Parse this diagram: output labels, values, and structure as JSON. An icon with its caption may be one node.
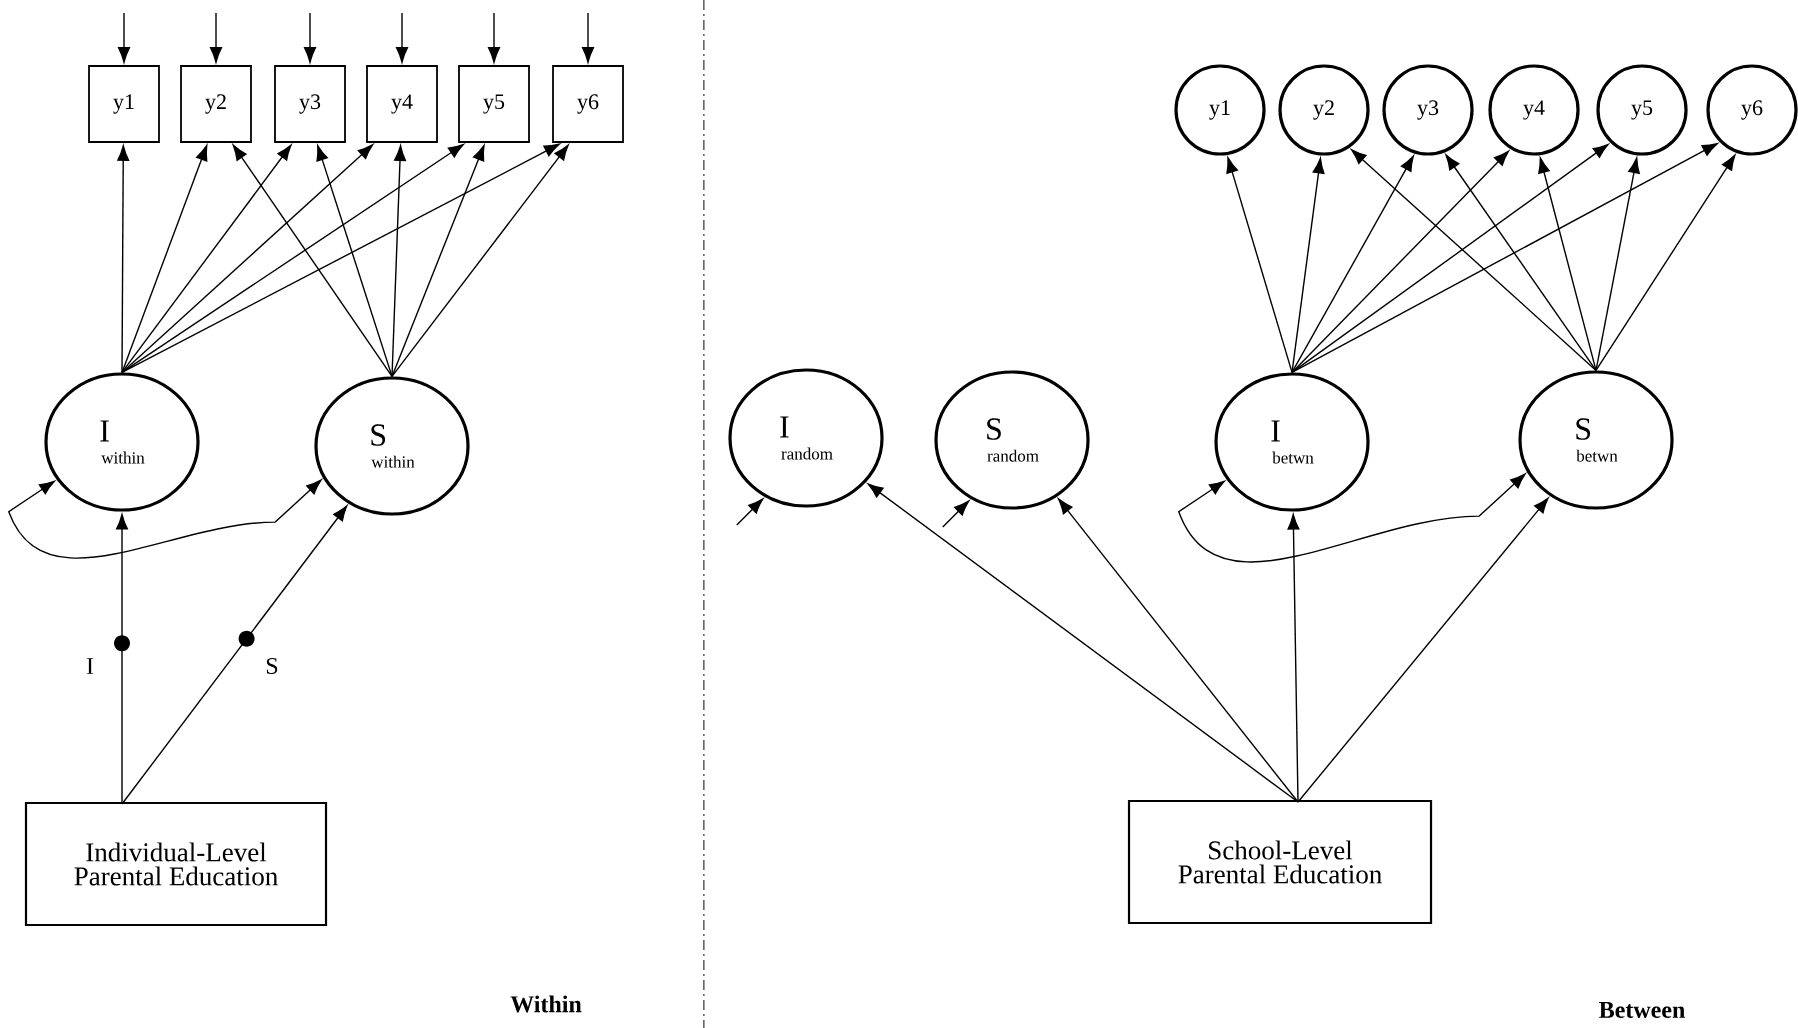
{
  "diagram": {
    "nodes": [
      {
        "text": [
          "y1"
        ]
      },
      {
        "text": [
          "y2"
        ]
      },
      {
        "text": [
          "y3"
        ]
      },
      {
        "text": [
          "y4"
        ]
      },
      {
        "text": [
          "y5"
        ]
      },
      {
        "text": [
          "y6"
        ]
      },
      {
        "text": [
          "I",
          "within"
        ]
      },
      {
        "text": [
          "S",
          "within"
        ]
      },
      {
        "text": [
          "Individual-Level Parental Education"
        ]
      },
      {
        "text": [
          "y1"
        ]
      },
      {
        "text": [
          "y2"
        ]
      },
      {
        "text": [
          "y3"
        ]
      },
      {
        "text": [
          "y4"
        ]
      },
      {
        "text": [
          "y5"
        ]
      },
      {
        "text": [
          "y6"
        ]
      },
      {
        "text": [
          "I",
          "random"
        ]
      },
      {
        "text": [
          "S",
          "random"
        ]
      },
      {
        "text": [
          "I",
          "betwn"
        ]
      },
      {
        "text": [
          "S",
          "betwn"
        ]
      },
      {
        "text": [
          "School-Level Parental Education"
        ]
      }
    ],
    "edges": [
      {
        "from": null,
        "to": 0,
        "arrow": "to"
      },
      {
        "from": null,
        "to": 1,
        "arrow": "to"
      },
      {
        "from": null,
        "to": 2,
        "arrow": "to"
      },
      {
        "from": null,
        "to": 3,
        "arrow": "to"
      },
      {
        "from": null,
        "to": 4,
        "arrow": "to"
      },
      {
        "from": null,
        "to": 5,
        "arrow": "to"
      },
      {
        "from": 6,
        "to": 0,
        "arrow": "to"
      },
      {
        "from": 6,
        "to": 1,
        "arrow": "to"
      },
      {
        "from": 6,
        "to": 2,
        "arrow": "to"
      },
      {
        "from": 6,
        "to": 3,
        "arrow": "to"
      },
      {
        "from": 6,
        "to": 4,
        "arrow": "to"
      },
      {
        "from": 6,
        "to": 5,
        "arrow": "to"
      },
      {
        "from": 7,
        "to": 1,
        "arrow": "to"
      },
      {
        "from": 7,
        "to": 2,
        "arrow": "to"
      },
      {
        "from": 7,
        "to": 3,
        "arrow": "to"
      },
      {
        "from": 7,
        "to": 4,
        "arrow": "to"
      },
      {
        "from": 7,
        "to": 5,
        "arrow": "to"
      },
      {
        "from": 6,
        "to": 7,
        "arrow": "both"
      },
      {
        "from": 8,
        "to": 6,
        "arrow": "to",
        "label": "I"
      },
      {
        "from": 8,
        "to": 7,
        "arrow": "to",
        "label": "S"
      },
      {
        "from": 17,
        "to": 9,
        "arrow": "to"
      },
      {
        "from": 17,
        "to": 10,
        "arrow": "to"
      },
      {
        "from": 17,
        "to": 11,
        "arrow": "to"
      },
      {
        "from": 17,
        "to": 12,
        "arrow": "to"
      },
      {
        "from": 17,
        "to": 13,
        "arrow": "to"
      },
      {
        "from": 17,
        "to": 14,
        "arrow": "to"
      },
      {
        "from": 18,
        "to": 10,
        "arrow": "to"
      },
      {
        "from": 18,
        "to": 11,
        "arrow": "to"
      },
      {
        "from": 18,
        "to": 12,
        "arrow": "to"
      },
      {
        "from": 18,
        "to": 13,
        "arrow": "to"
      },
      {
        "from": 18,
        "to": 14,
        "arrow": "to"
      },
      {
        "from": null,
        "to": 15,
        "arrow": "to"
      },
      {
        "from": null,
        "to": 16,
        "arrow": "to"
      },
      {
        "from": 19,
        "to": 15,
        "arrow": "to"
      },
      {
        "from": 19,
        "to": 16,
        "arrow": "to"
      },
      {
        "from": 19,
        "to": 17,
        "arrow": "to"
      },
      {
        "from": 19,
        "to": 18,
        "arrow": "to"
      },
      {
        "from": 17,
        "to": 18,
        "arrow": "both"
      }
    ],
    "labels": [
      "Within",
      "Between"
    ]
  }
}
